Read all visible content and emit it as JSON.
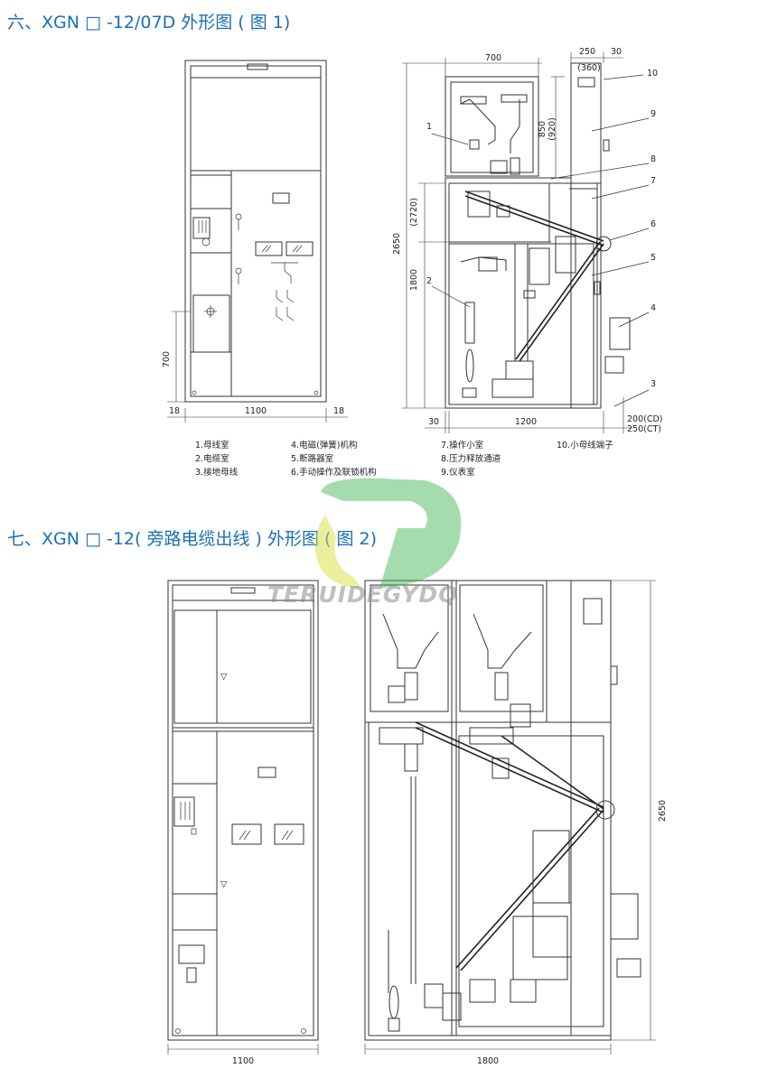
{
  "section6": {
    "title": "六、XGN □ -12/07D 外形图 ( 图 1)",
    "front_dims": {
      "height_700": "700",
      "width_1100": "1100",
      "side_18_left": "18",
      "side_18_right": "18"
    },
    "side_dims": {
      "top_700": "700",
      "top_250": "250",
      "top_30": "30",
      "top_360": "(360)",
      "h_850": "850",
      "h_920": "(920)",
      "h_2720": "(2720)",
      "h_2650": "2650",
      "h_1800": "1800",
      "bottom_30": "30",
      "bottom_1200": "1200",
      "cd": "200(CD)",
      "ct": "250(CT)"
    },
    "callouts": [
      "1",
      "2",
      "3",
      "4",
      "5",
      "6",
      "7",
      "8",
      "9",
      "10"
    ],
    "legend": [
      "1.母线室",
      "2.电缆室",
      "3.接地母线",
      "4.电磁(弹簧)机构",
      "5.断路器室",
      "6.手动操作及联锁机构",
      "7.操作小室",
      "8.压力释放通道",
      "9.仪表室",
      "10.小母线端子"
    ]
  },
  "section7": {
    "title": "七、XGN □ -12( 旁路电缆出线 ) 外形图 ( 图 2)",
    "dims": {
      "front_width": "1100",
      "side_width": "1800",
      "height": "2650"
    }
  },
  "watermark": {
    "text": "TERUIDEGYDQ",
    "colors": {
      "green": "#37b24a",
      "yellow": "#d8df3c"
    }
  },
  "colors": {
    "heading": "#1a6fb5",
    "line": "#333333"
  }
}
